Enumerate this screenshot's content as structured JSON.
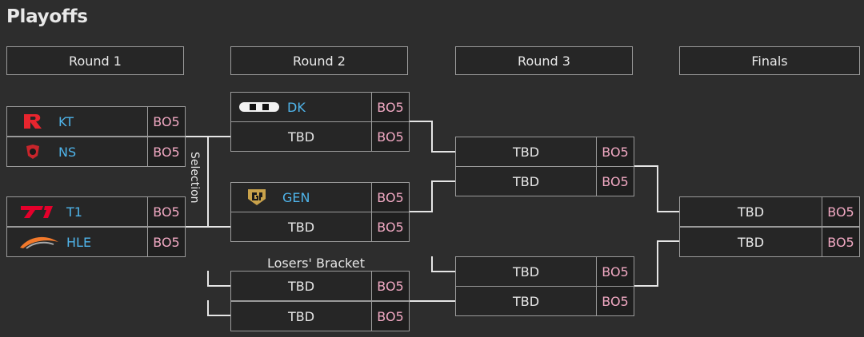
{
  "title": "Playoffs",
  "rounds": [
    "Round 1",
    "Round 2",
    "Round 3",
    "Finals"
  ],
  "round1": [
    {
      "team": "KT",
      "logo": "kt-logo",
      "format": "BO5"
    },
    {
      "team": "NS",
      "logo": "ns-logo",
      "format": "BO5"
    },
    {
      "team": "T1",
      "logo": "t1-logo",
      "format": "BO5"
    },
    {
      "team": "HLE",
      "logo": "hle-logo",
      "format": "BO5"
    }
  ],
  "selection_label": "Selection",
  "round2": [
    {
      "team": "DK",
      "logo": "dk-logo",
      "format": "BO5"
    },
    {
      "team": "TBD",
      "format": "BO5"
    },
    {
      "team": "GEN",
      "logo": "gen-logo",
      "format": "BO5"
    },
    {
      "team": "TBD",
      "format": "BO5"
    }
  ],
  "losers_bracket_label": "Losers' Bracket",
  "losers_round2": [
    {
      "team": "TBD",
      "format": "BO5"
    },
    {
      "team": "TBD",
      "format": "BO5"
    }
  ],
  "round3": [
    {
      "team": "TBD",
      "format": "BO5"
    },
    {
      "team": "TBD",
      "format": "BO5"
    }
  ],
  "losers_round3": [
    {
      "team": "TBD",
      "format": "BO5"
    },
    {
      "team": "TBD",
      "format": "BO5"
    }
  ],
  "finals": [
    {
      "team": "TBD",
      "format": "BO5"
    },
    {
      "team": "TBD",
      "format": "BO5"
    }
  ],
  "colors": {
    "team_name": "#4fb4ea",
    "format": "#f0a8c2",
    "background": "#2d2d2d"
  }
}
